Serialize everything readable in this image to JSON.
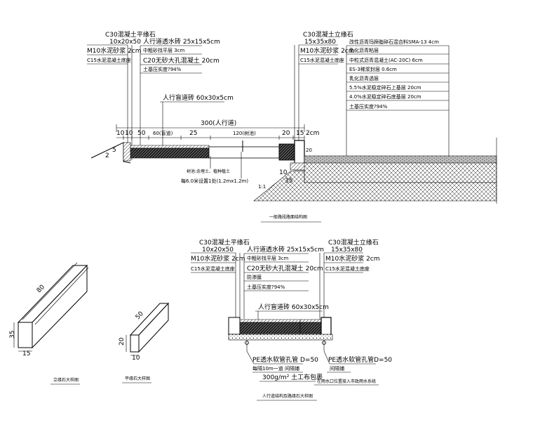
{
  "section1": {
    "title": "一般路段路面结构图",
    "curb_left": [
      "C30混凝土平缘石",
      "10x20x50",
      "M10水泥砂浆 2cm",
      "C15水泥混凝土底座"
    ],
    "sidewalk": [
      "人行道透水砖 25x15x5cm",
      "中粗砂找平层 3cm",
      "C20无砂大孔混凝土 20cm",
      "土基压实度?94%"
    ],
    "curb_right": [
      "C30混凝土立缘石",
      "15x35x80",
      "M10水泥砂浆 2cm",
      "C15水泥混凝土底座"
    ],
    "pavement": [
      "改性沥青玛蹄脂碎石混合料SMA-13   4cm",
      "乳化沥青粘层",
      "中粒式沥青混凝土(AC-20C)   6cm",
      "ES-3稀浆封层   0.6cm",
      "乳化沥青透层",
      "5.5%水泥稳定碎石上基层   20cm",
      "4.0%水泥稳定碎石底基层   20cm",
      "土基压实度?94%"
    ],
    "tactile": "人行盲道砖 60x30x5cm",
    "total_dim": "300(人行道)",
    "dims": [
      "10",
      "10",
      "50",
      "60(盲道)",
      "25",
      "120(树池)",
      "20",
      "15",
      "2cm"
    ],
    "left_side_dims": [
      "2",
      "5"
    ],
    "slope_dims": [
      "10",
      "35",
      "20"
    ],
    "slope_ratio": "1:1",
    "tree_note_1": "树池:余埋土、植种植土",
    "tree_note_2": "每6.0米设置1处(1.2mx1.2m)"
  },
  "section2": {
    "title": "人行道结构及路缘石大样图",
    "curb_left": [
      "C30混凝土平缘石",
      "10x20x50",
      "M10水泥砂浆 2cm",
      "C15水泥混凝土底座"
    ],
    "sidewalk": [
      "人行道透水砖 25x15x5cm",
      "中粗砂找平层 3cm",
      "C20无砂大孔混凝土 20cm",
      "防渗膜",
      "土基压实度?94%"
    ],
    "curb_right": [
      "C30混凝土立缘石",
      "15x35x80",
      "M10水泥砂浆 2cm",
      "C15水泥混凝土底座"
    ],
    "tactile": "人行盲道砖 60x30x5cm",
    "pipe_left": [
      "PE透水软管孔管 D=50",
      "每隔10m一道 间隔铺",
      "300g/m² 土工布包裹"
    ],
    "pipe_right": [
      "PE透水软管孔管D=50",
      "间隔铺",
      "在雨水口位置接入市政雨水系统"
    ]
  },
  "detail_big": {
    "title": "立缘石大样图",
    "dim_length": "80",
    "dim_height": "35",
    "dim_width": "15"
  },
  "detail_small": {
    "title": "平缘石大样图",
    "dim_length": "50",
    "dim_height": "20",
    "dim_width": "10"
  }
}
